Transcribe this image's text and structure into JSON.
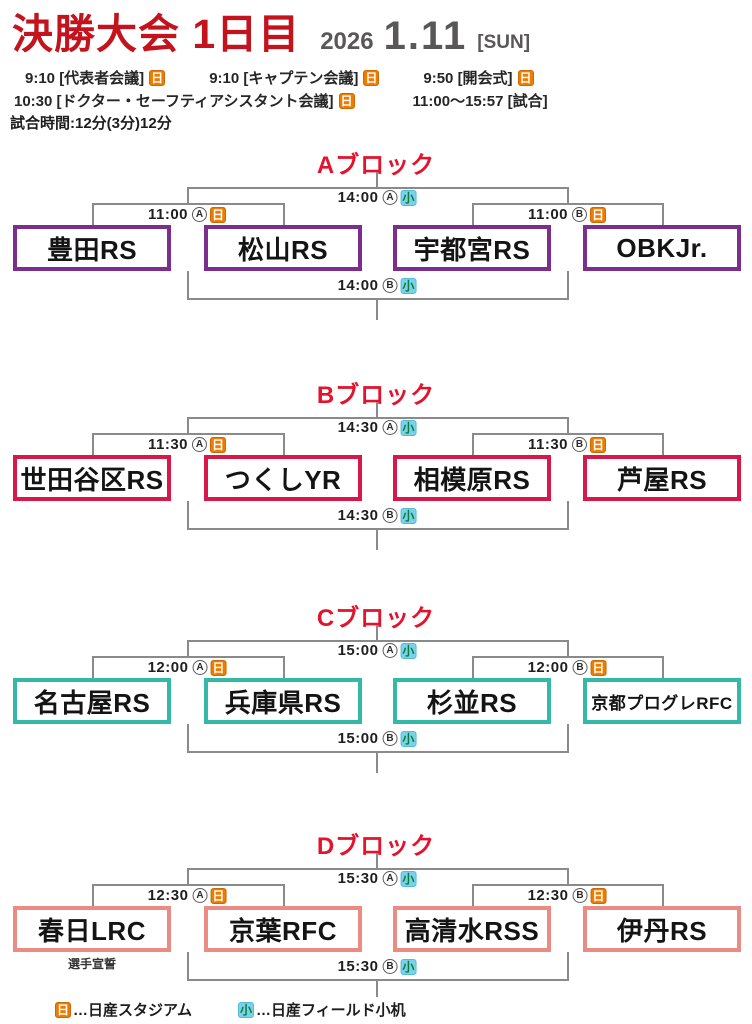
{
  "header": {
    "title": "決勝大会 1日目",
    "date": {
      "year": "2026",
      "day": "1.11",
      "weekday": "[SUN]"
    },
    "schedule": [
      {
        "text": "9:10 [代表者会議]",
        "venue": "日"
      },
      {
        "text": "9:10 [キャプテン会議]",
        "venue": "日"
      },
      {
        "text": "9:50 [開会式]",
        "venue": "日"
      },
      {
        "text": "10:30 [ドクター・セーフティアシスタント会議]",
        "venue": "日"
      },
      {
        "text": "11:00〜15:57 [試合]",
        "venue": ""
      }
    ],
    "duration": "試合時間:12分(3分)12分"
  },
  "colors": {
    "header_title": "#c3131d",
    "block_title": "#e3122d",
    "bracket_line": "#8a8a8a",
    "venue_day_bg": "#ed7c00",
    "venue_ko_bg": "#79d2e9"
  },
  "blocks": [
    {
      "title": "Aブロック",
      "accent": "#7b2e8e",
      "teams": [
        "豊田RS",
        "松山RS",
        "宇都宮RS",
        "OBKJr."
      ],
      "match_left": {
        "time": "11:00",
        "slot": "A",
        "venue": "日"
      },
      "match_right": {
        "time": "11:00",
        "slot": "B",
        "venue": "日"
      },
      "match_top": {
        "time": "14:00",
        "slot": "A",
        "venue": "小"
      },
      "match_bottom": {
        "time": "14:00",
        "slot": "B",
        "venue": "小"
      }
    },
    {
      "title": "Bブロック",
      "accent": "#d8174a",
      "teams": [
        "世田谷区RS",
        "つくしYR",
        "相模原RS",
        "芦屋RS"
      ],
      "match_left": {
        "time": "11:30",
        "slot": "A",
        "venue": "日"
      },
      "match_right": {
        "time": "11:30",
        "slot": "B",
        "venue": "日"
      },
      "match_top": {
        "time": "14:30",
        "slot": "A",
        "venue": "小"
      },
      "match_bottom": {
        "time": "14:30",
        "slot": "B",
        "venue": "小"
      }
    },
    {
      "title": "Cブロック",
      "accent": "#34b8a7",
      "teams": [
        "名古屋RS",
        "兵庫県RS",
        "杉並RS",
        "京都プログレRFC"
      ],
      "match_left": {
        "time": "12:00",
        "slot": "A",
        "venue": "日"
      },
      "match_right": {
        "time": "12:00",
        "slot": "B",
        "venue": "日"
      },
      "match_top": {
        "time": "15:00",
        "slot": "A",
        "venue": "小"
      },
      "match_bottom": {
        "time": "15:00",
        "slot": "B",
        "venue": "小"
      }
    },
    {
      "title": "Dブロック",
      "accent": "#ea8c83",
      "teams": [
        "春日LRC",
        "京葉RFC",
        "高清水RSS",
        "伊丹RS"
      ],
      "note": "選手宣誓",
      "match_left": {
        "time": "12:30",
        "slot": "A",
        "venue": "日"
      },
      "match_right": {
        "time": "12:30",
        "slot": "B",
        "venue": "日"
      },
      "match_top": {
        "time": "15:30",
        "slot": "A",
        "venue": "小"
      },
      "match_bottom": {
        "time": "15:30",
        "slot": "B",
        "venue": "小"
      }
    }
  ],
  "legend": [
    {
      "symbol": "日",
      "text": "…日産スタジアム"
    },
    {
      "symbol": "小",
      "text": "…日産フィールド小机"
    }
  ]
}
